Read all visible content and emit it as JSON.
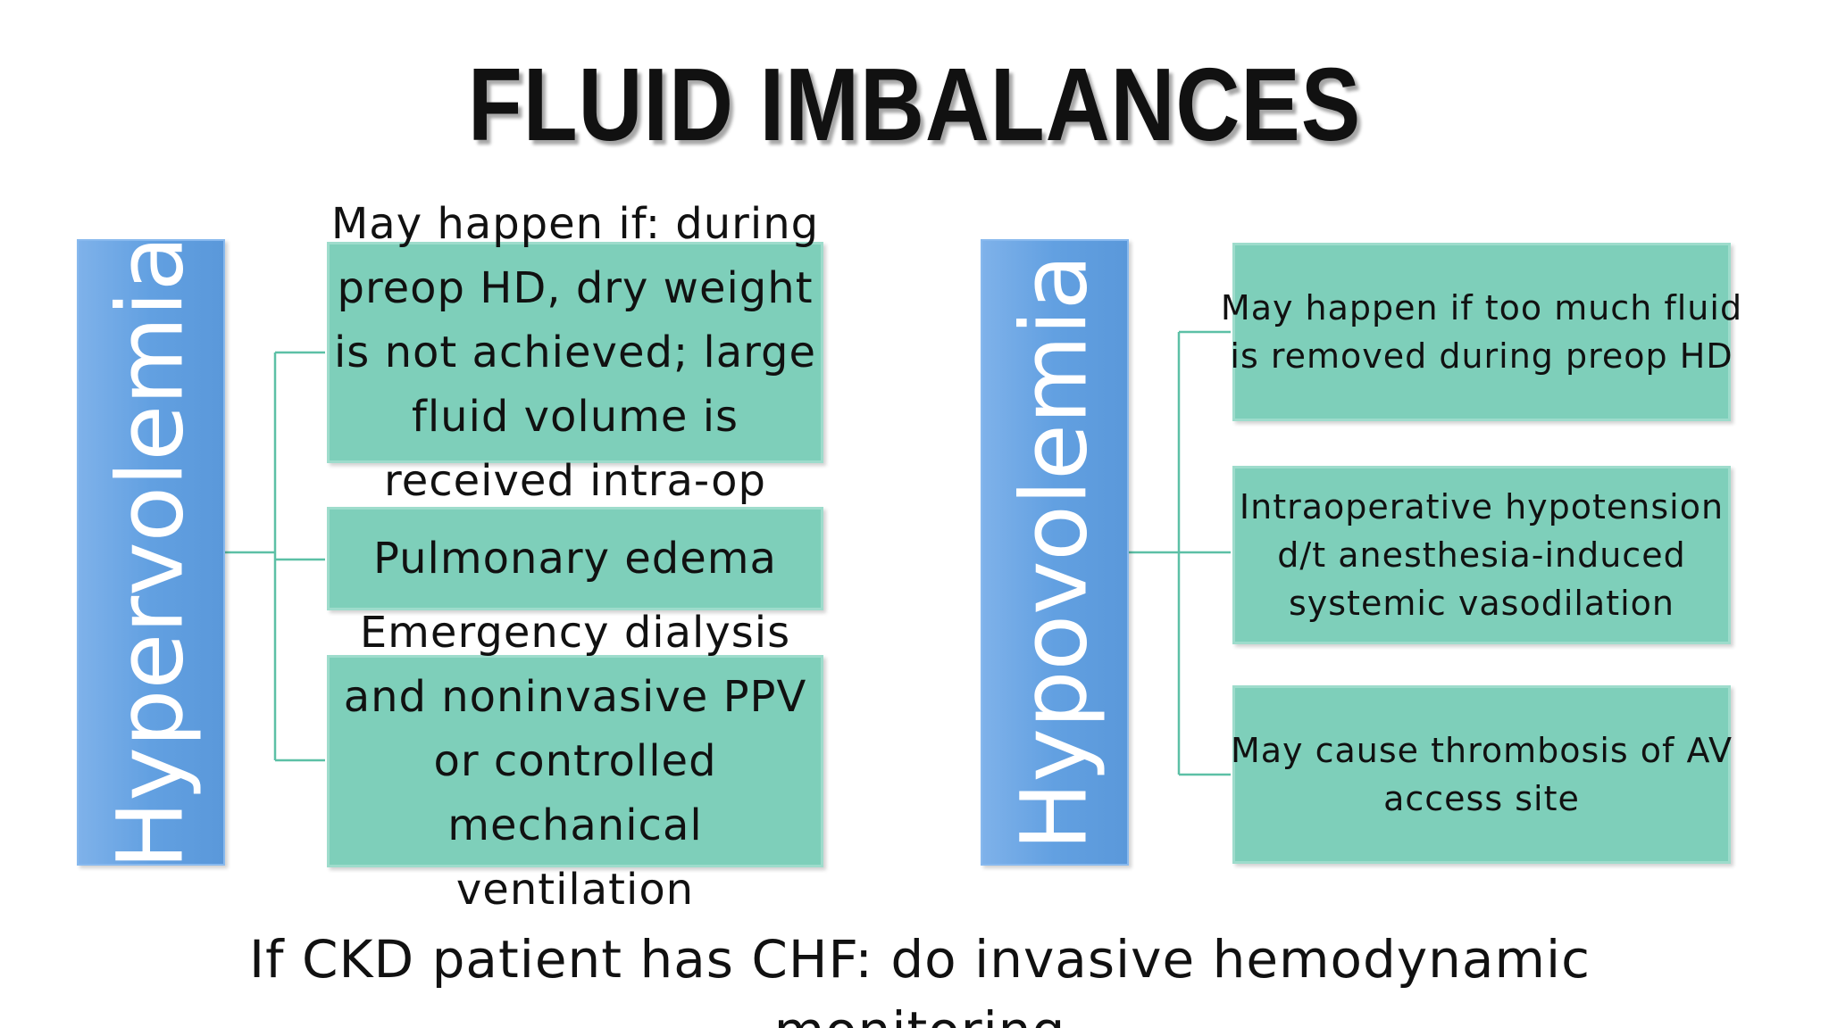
{
  "slide": {
    "title": "FLUID IMBALANCES",
    "footer": "If CKD patient has CHF: do invasive hemodynamic monitoring"
  },
  "colors": {
    "category_blue": "#62a0e1",
    "box_green": "#7ecfba",
    "connector_green": "#5cc0a6",
    "text": "#111111"
  },
  "hypervolemia": {
    "label": "Hypervolemia",
    "items": [
      {
        "text": "May happen if: during\npreop HD, dry weight\nis not achieved; large\nfluid volume is\nreceived intra-op"
      },
      {
        "text": "Pulmonary edema"
      },
      {
        "text": "Emergency dialysis\nand noninvasive PPV\nor controlled\nmechanical\nventilation"
      }
    ]
  },
  "hypovolemia": {
    "label": "Hypovolemia",
    "items": [
      {
        "text": "May happen if too much fluid\nis removed during preop HD"
      },
      {
        "text": "Intraoperative hypotension\nd/t anesthesia-induced\nsystemic vasodilation"
      },
      {
        "text": "May cause thrombosis of AV\naccess site"
      }
    ]
  }
}
